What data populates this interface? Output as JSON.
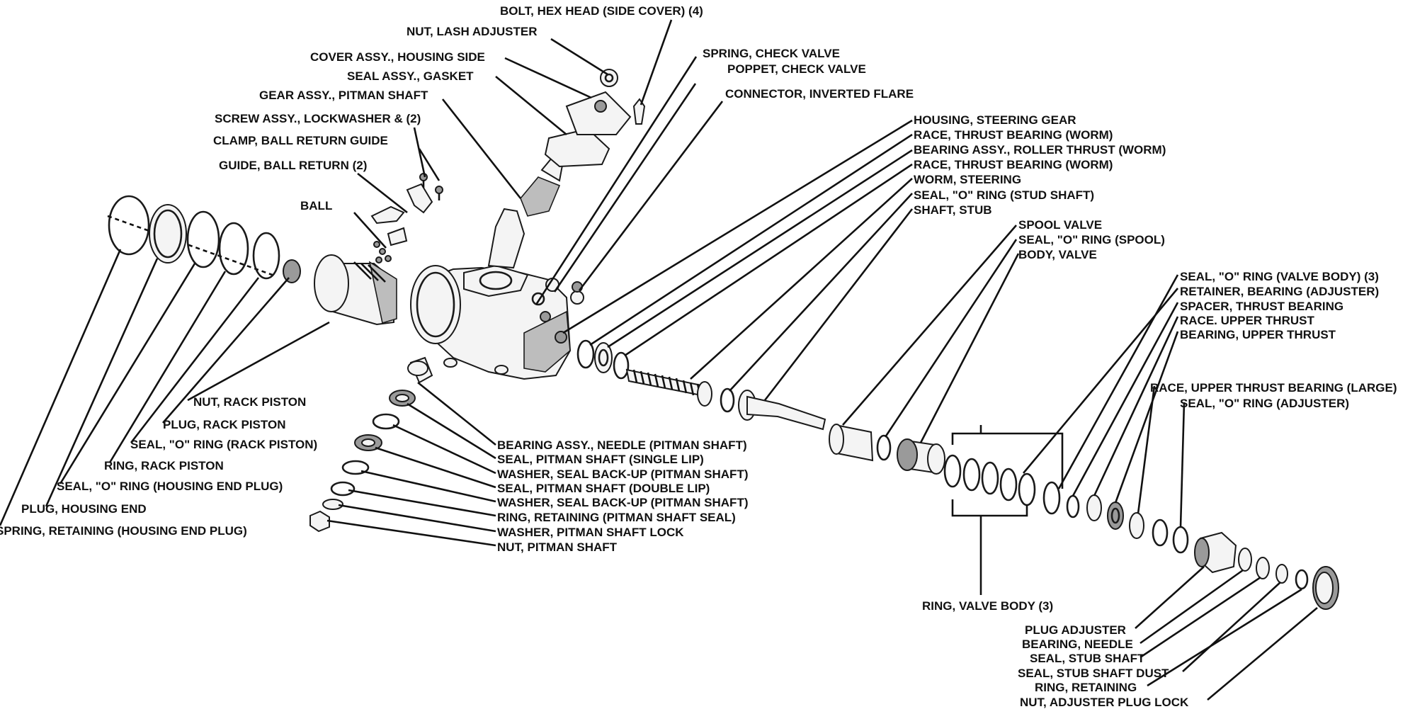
{
  "labels": {
    "bolt_hex_head": "BOLT, HEX HEAD (SIDE COVER) (4)",
    "nut_lash_adjuster": "NUT, LASH ADJUSTER",
    "cover_assy": "COVER ASSY., HOUSING SIDE",
    "seal_assy_gasket": "SEAL ASSY., GASKET",
    "gear_assy_pitman": "GEAR ASSY., PITMAN SHAFT",
    "screw_assy": "SCREW ASSY., LOCKWASHER & (2)",
    "clamp_ball_return": "CLAMP, BALL RETURN GUIDE",
    "guide_ball_return": "GUIDE, BALL RETURN (2)",
    "ball": "BALL",
    "spring_check_valve": "SPRING, CHECK VALVE",
    "poppet_check_valve": "POPPET, CHECK VALVE",
    "connector_flare": "CONNECTOR, INVERTED FLARE",
    "housing_steering_gear": "HOUSING, STEERING GEAR",
    "race_thrust_worm_1": "RACE, THRUST BEARING (WORM)",
    "bearing_roller_thrust": "BEARING ASSY., ROLLER THRUST (WORM)",
    "race_thrust_worm_2": "RACE, THRUST BEARING (WORM)",
    "worm_steering": "WORM,  STEERING",
    "seal_o_ring_stud": "SEAL, \"O\" RING (STUD SHAFT)",
    "shaft_stub": "SHAFT, STUB",
    "spool_valve": "SPOOL VALVE",
    "seal_o_ring_spool": "SEAL, \"O\" RING (SPOOL)",
    "body_valve": "BODY, VALVE",
    "seal_o_ring_valve_body": "SEAL, \"O\" RING (VALVE BODY) (3)",
    "retainer_bearing": "RETAINER, BEARING (ADJUSTER)",
    "spacer_thrust": "SPACER, THRUST BEARING",
    "race_upper_thrust": "RACE. UPPER THRUST",
    "bearing_upper_thrust": "BEARING, UPPER THRUST",
    "race_upper_large": "RACE, UPPER THRUST BEARING (LARGE)",
    "seal_o_ring_adjuster": "SEAL, \"O\" RING (ADJUSTER)",
    "nut_rack_piston": "NUT, RACK PISTON",
    "plug_rack_piston": "PLUG, RACK PISTON",
    "seal_o_ring_rack": "SEAL, \"O\" RING (RACK PISTON)",
    "ring_rack_piston": "RING, RACK PISTON",
    "seal_o_ring_housing_plug": "SEAL, \"O\" RING (HOUSING END PLUG)",
    "plug_housing_end": "PLUG, HOUSING END",
    "spring_retaining": "SPRING, RETAINING (HOUSING END PLUG)",
    "bearing_needle_pitman": "BEARING ASSY., NEEDLE (PITMAN SHAFT)",
    "seal_pitman_single": "SEAL, PITMAN  SHAFT (SINGLE LIP)",
    "washer_backup_1": "WASHER, SEAL BACK-UP (PITMAN SHAFT)",
    "seal_pitman_double": "SEAL, PITMAN SHAFT (DOUBLE LIP)",
    "washer_backup_2": "WASHER, SEAL BACK-UP (PITMAN SHAFT)",
    "ring_retaining_pitman": "RING, RETAINING (PITMAN  SHAFT SEAL)",
    "washer_lock": "WASHER, PITMAN SHAFT LOCK",
    "nut_pitman": "NUT, PITMAN SHAFT",
    "ring_valve_body": "RING, VALVE BODY (3)",
    "plug_adjuster": "PLUG ADJUSTER",
    "bearing_needle": "BEARING, NEEDLE",
    "seal_stub_shaft": "SEAL, STUB SHAFT",
    "seal_stub_dust": "SEAL, STUB SHAFT DUST",
    "ring_retaining": "RING, RETAINING",
    "nut_adjuster_lock": "NUT, ADJUSTER PLUG LOCK"
  }
}
